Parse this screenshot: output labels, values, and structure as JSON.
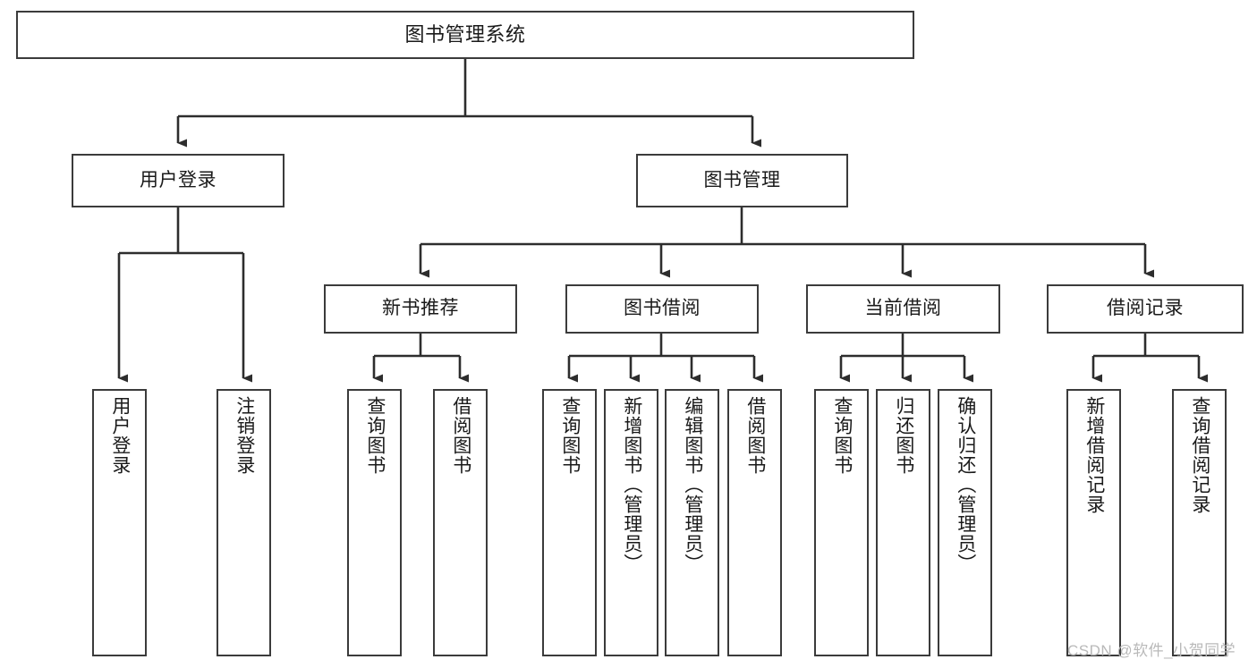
{
  "diagram": {
    "title": "图书管理系统",
    "type": "tree-hierarchy-chart",
    "orientation": "top-down",
    "colors": {
      "node_border": "#3b3b3b",
      "node_fill": "#ffffff",
      "edge": "#2d2d2d",
      "text": "#1a1a1a",
      "watermark": "#b9b9b9"
    }
  },
  "nodes": {
    "root": {
      "label": "图书管理系统",
      "level": 1
    },
    "level2": [
      {
        "id": "user-login",
        "label": "用户登录",
        "level": 2
      },
      {
        "id": "book-management",
        "label": "图书管理",
        "level": 2
      }
    ],
    "level3": [
      {
        "id": "new-book-recommend",
        "label": "新书推荐",
        "level": 3,
        "parent": "book-management"
      },
      {
        "id": "book-borrow",
        "label": "图书借阅",
        "level": 3,
        "parent": "book-management"
      },
      {
        "id": "current-borrow",
        "label": "当前借阅",
        "level": 3,
        "parent": "book-management"
      },
      {
        "id": "borrow-record",
        "label": "借阅记录",
        "level": 3,
        "parent": "book-management"
      }
    ],
    "leaves": [
      {
        "id": "leaf-user-login",
        "label": "用户登录",
        "parent": "user-login"
      },
      {
        "id": "leaf-user-logout",
        "label": "注销登录",
        "parent": "user-login"
      },
      {
        "id": "leaf-query-book-1",
        "label": "查询图书",
        "parent": "new-book-recommend"
      },
      {
        "id": "leaf-borrow-book-1",
        "label": "借阅图书",
        "parent": "new-book-recommend"
      },
      {
        "id": "leaf-query-book-2",
        "label": "查询图书",
        "parent": "book-borrow"
      },
      {
        "id": "leaf-add-book",
        "label": "新增图书（管理员）",
        "parent": "book-borrow"
      },
      {
        "id": "leaf-edit-book",
        "label": "编辑图书（管理员）",
        "parent": "book-borrow"
      },
      {
        "id": "leaf-borrow-book-2",
        "label": "借阅图书",
        "parent": "book-borrow"
      },
      {
        "id": "leaf-query-book-3",
        "label": "查询图书",
        "parent": "current-borrow"
      },
      {
        "id": "leaf-return-book",
        "label": "归还图书",
        "parent": "current-borrow"
      },
      {
        "id": "leaf-confirm-return",
        "label": "确认归还（管理员）",
        "parent": "current-borrow"
      },
      {
        "id": "leaf-add-record",
        "label": "新增借阅记录",
        "parent": "borrow-record"
      },
      {
        "id": "leaf-query-record",
        "label": "查询借阅记录",
        "parent": "borrow-record"
      }
    ]
  },
  "watermark": {
    "text": "CSDN @软件_小贺同学"
  }
}
